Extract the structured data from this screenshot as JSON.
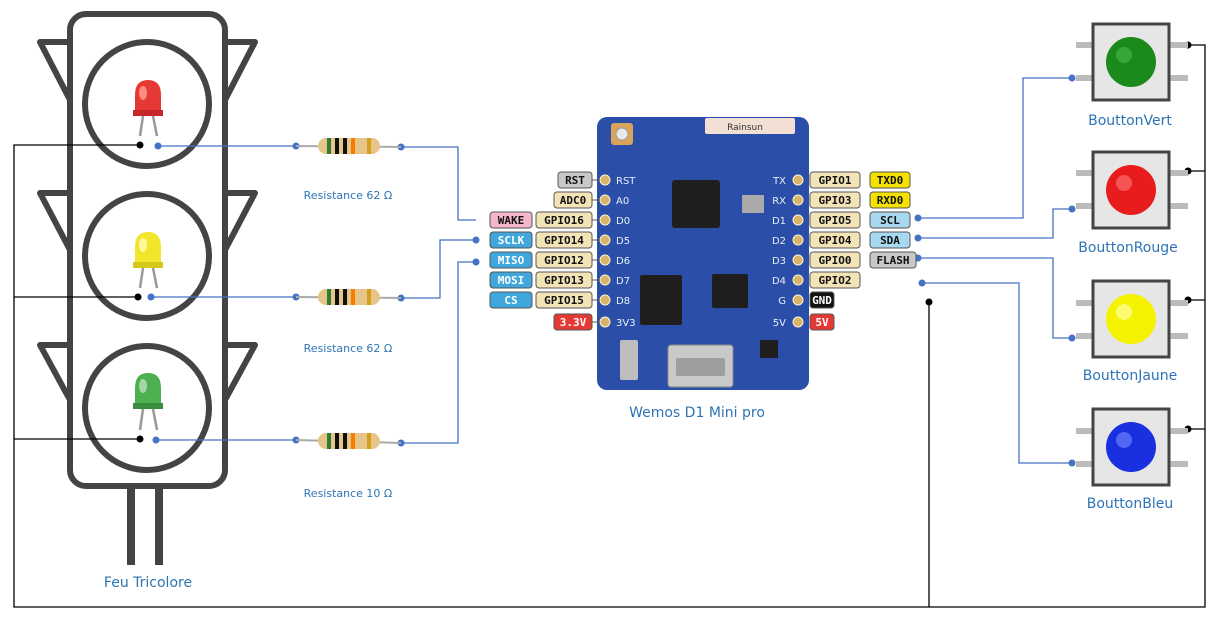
{
  "captions": {
    "traffic_light": "Feu Tricolore",
    "resistor_1": "Resistance 62 Ω",
    "resistor_2": "Resistance 62 Ω",
    "resistor_3": "Resistance 10 Ω",
    "board": "Wemos D1 Mini pro",
    "btn_green": "BouttonVert",
    "btn_red": "BouttonRouge",
    "btn_yellow": "BouttonJaune",
    "btn_blue": "BouttonBleu"
  },
  "board": {
    "chip_label": "Rainsun",
    "silk_left": [
      "RST",
      "A0",
      "D0",
      "D5",
      "D6",
      "D7",
      "D8",
      "3V3"
    ],
    "silk_right": [
      "TX",
      "RX",
      "D1",
      "D2",
      "D3",
      "D4",
      "G",
      "5V"
    ]
  },
  "left_pins": [
    {
      "gpio": "RST",
      "gpio_color": "#c8c8c8",
      "func": "",
      "func_color": ""
    },
    {
      "gpio": "ADC0",
      "gpio_color": "#f3e4b8",
      "func": "",
      "func_color": ""
    },
    {
      "gpio": "GPIO16",
      "gpio_color": "#f3e4b8",
      "func": "WAKE",
      "func_color": "#f4b6c9"
    },
    {
      "gpio": "GPIO14",
      "gpio_color": "#f3e4b8",
      "func": "SCLK",
      "func_color": "#3fa7dc"
    },
    {
      "gpio": "GPIO12",
      "gpio_color": "#f3e4b8",
      "func": "MISO",
      "func_color": "#3fa7dc"
    },
    {
      "gpio": "GPIO13",
      "gpio_color": "#f3e4b8",
      "func": "MOSI",
      "func_color": "#3fa7dc"
    },
    {
      "gpio": "GPIO15",
      "gpio_color": "#f3e4b8",
      "func": "CS",
      "func_color": "#3fa7dc"
    },
    {
      "gpio": "3.3V",
      "gpio_color": "#e53935",
      "func": "",
      "func_color": ""
    }
  ],
  "right_pins": [
    {
      "gpio": "GPIO1",
      "gpio_color": "#f3e4b8",
      "func": "TXD0",
      "func_color": "#f5e100"
    },
    {
      "gpio": "GPIO3",
      "gpio_color": "#f3e4b8",
      "func": "RXD0",
      "func_color": "#f5e100"
    },
    {
      "gpio": "GPIO5",
      "gpio_color": "#f3e4b8",
      "func": "SCL",
      "func_color": "#a7d8ef"
    },
    {
      "gpio": "GPIO4",
      "gpio_color": "#f3e4b8",
      "func": "SDA",
      "func_color": "#a7d8ef"
    },
    {
      "gpio": "GPIO0",
      "gpio_color": "#f3e4b8",
      "func": "FLASH",
      "func_color": "#c8c8c8"
    },
    {
      "gpio": "GPIO2",
      "gpio_color": "#f3e4b8",
      "func": "",
      "func_color": ""
    },
    {
      "gpio": "GND",
      "gpio_color": "#111111",
      "func": "",
      "func_color": ""
    },
    {
      "gpio": "5V",
      "gpio_color": "#e53935",
      "func": "",
      "func_color": ""
    }
  ],
  "colors": {
    "wire": "#4472c4",
    "ground_wire": "#000000",
    "board": "#2b4fa8",
    "led_red": "#e53935",
    "led_yellow": "#f2e62c",
    "led_green": "#4caf50",
    "btn_green": "#1a8a1a",
    "btn_red": "#e81c1c",
    "btn_yellow": "#f5f200",
    "btn_blue": "#1a2fe0"
  }
}
